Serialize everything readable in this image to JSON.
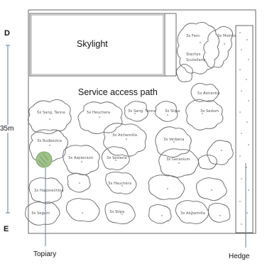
{
  "compass": {
    "top": "D",
    "bottom": "E"
  },
  "dimension": "35m",
  "areas": {
    "skylight": "Skylight",
    "service_path": "Service access path"
  },
  "callouts": {
    "topiary": "Topiary",
    "hedge": "Hedge"
  },
  "plants": [
    "5x Sang. Tanna",
    "5x Heuchera",
    "3x Sang. Tanna",
    "3x Stipa",
    "3x Sedum",
    "3x Rudbeckia",
    "3x Alchemilla",
    "3x Verbena",
    "3x Asplenium",
    "3x Sesleria",
    "3x Fern",
    "Stachys",
    "Scutellaria",
    "3x Molinia",
    "3x Geranium",
    "3x Hakonechloa",
    "5x Astrantia",
    "3x Heuchera",
    "3x Sedum",
    "3x Stipa",
    "3x Alchemilla"
  ],
  "colors": {
    "line": "#5a5a5a",
    "topiary": "#9ec28a",
    "callout": "#5b7fa6"
  }
}
